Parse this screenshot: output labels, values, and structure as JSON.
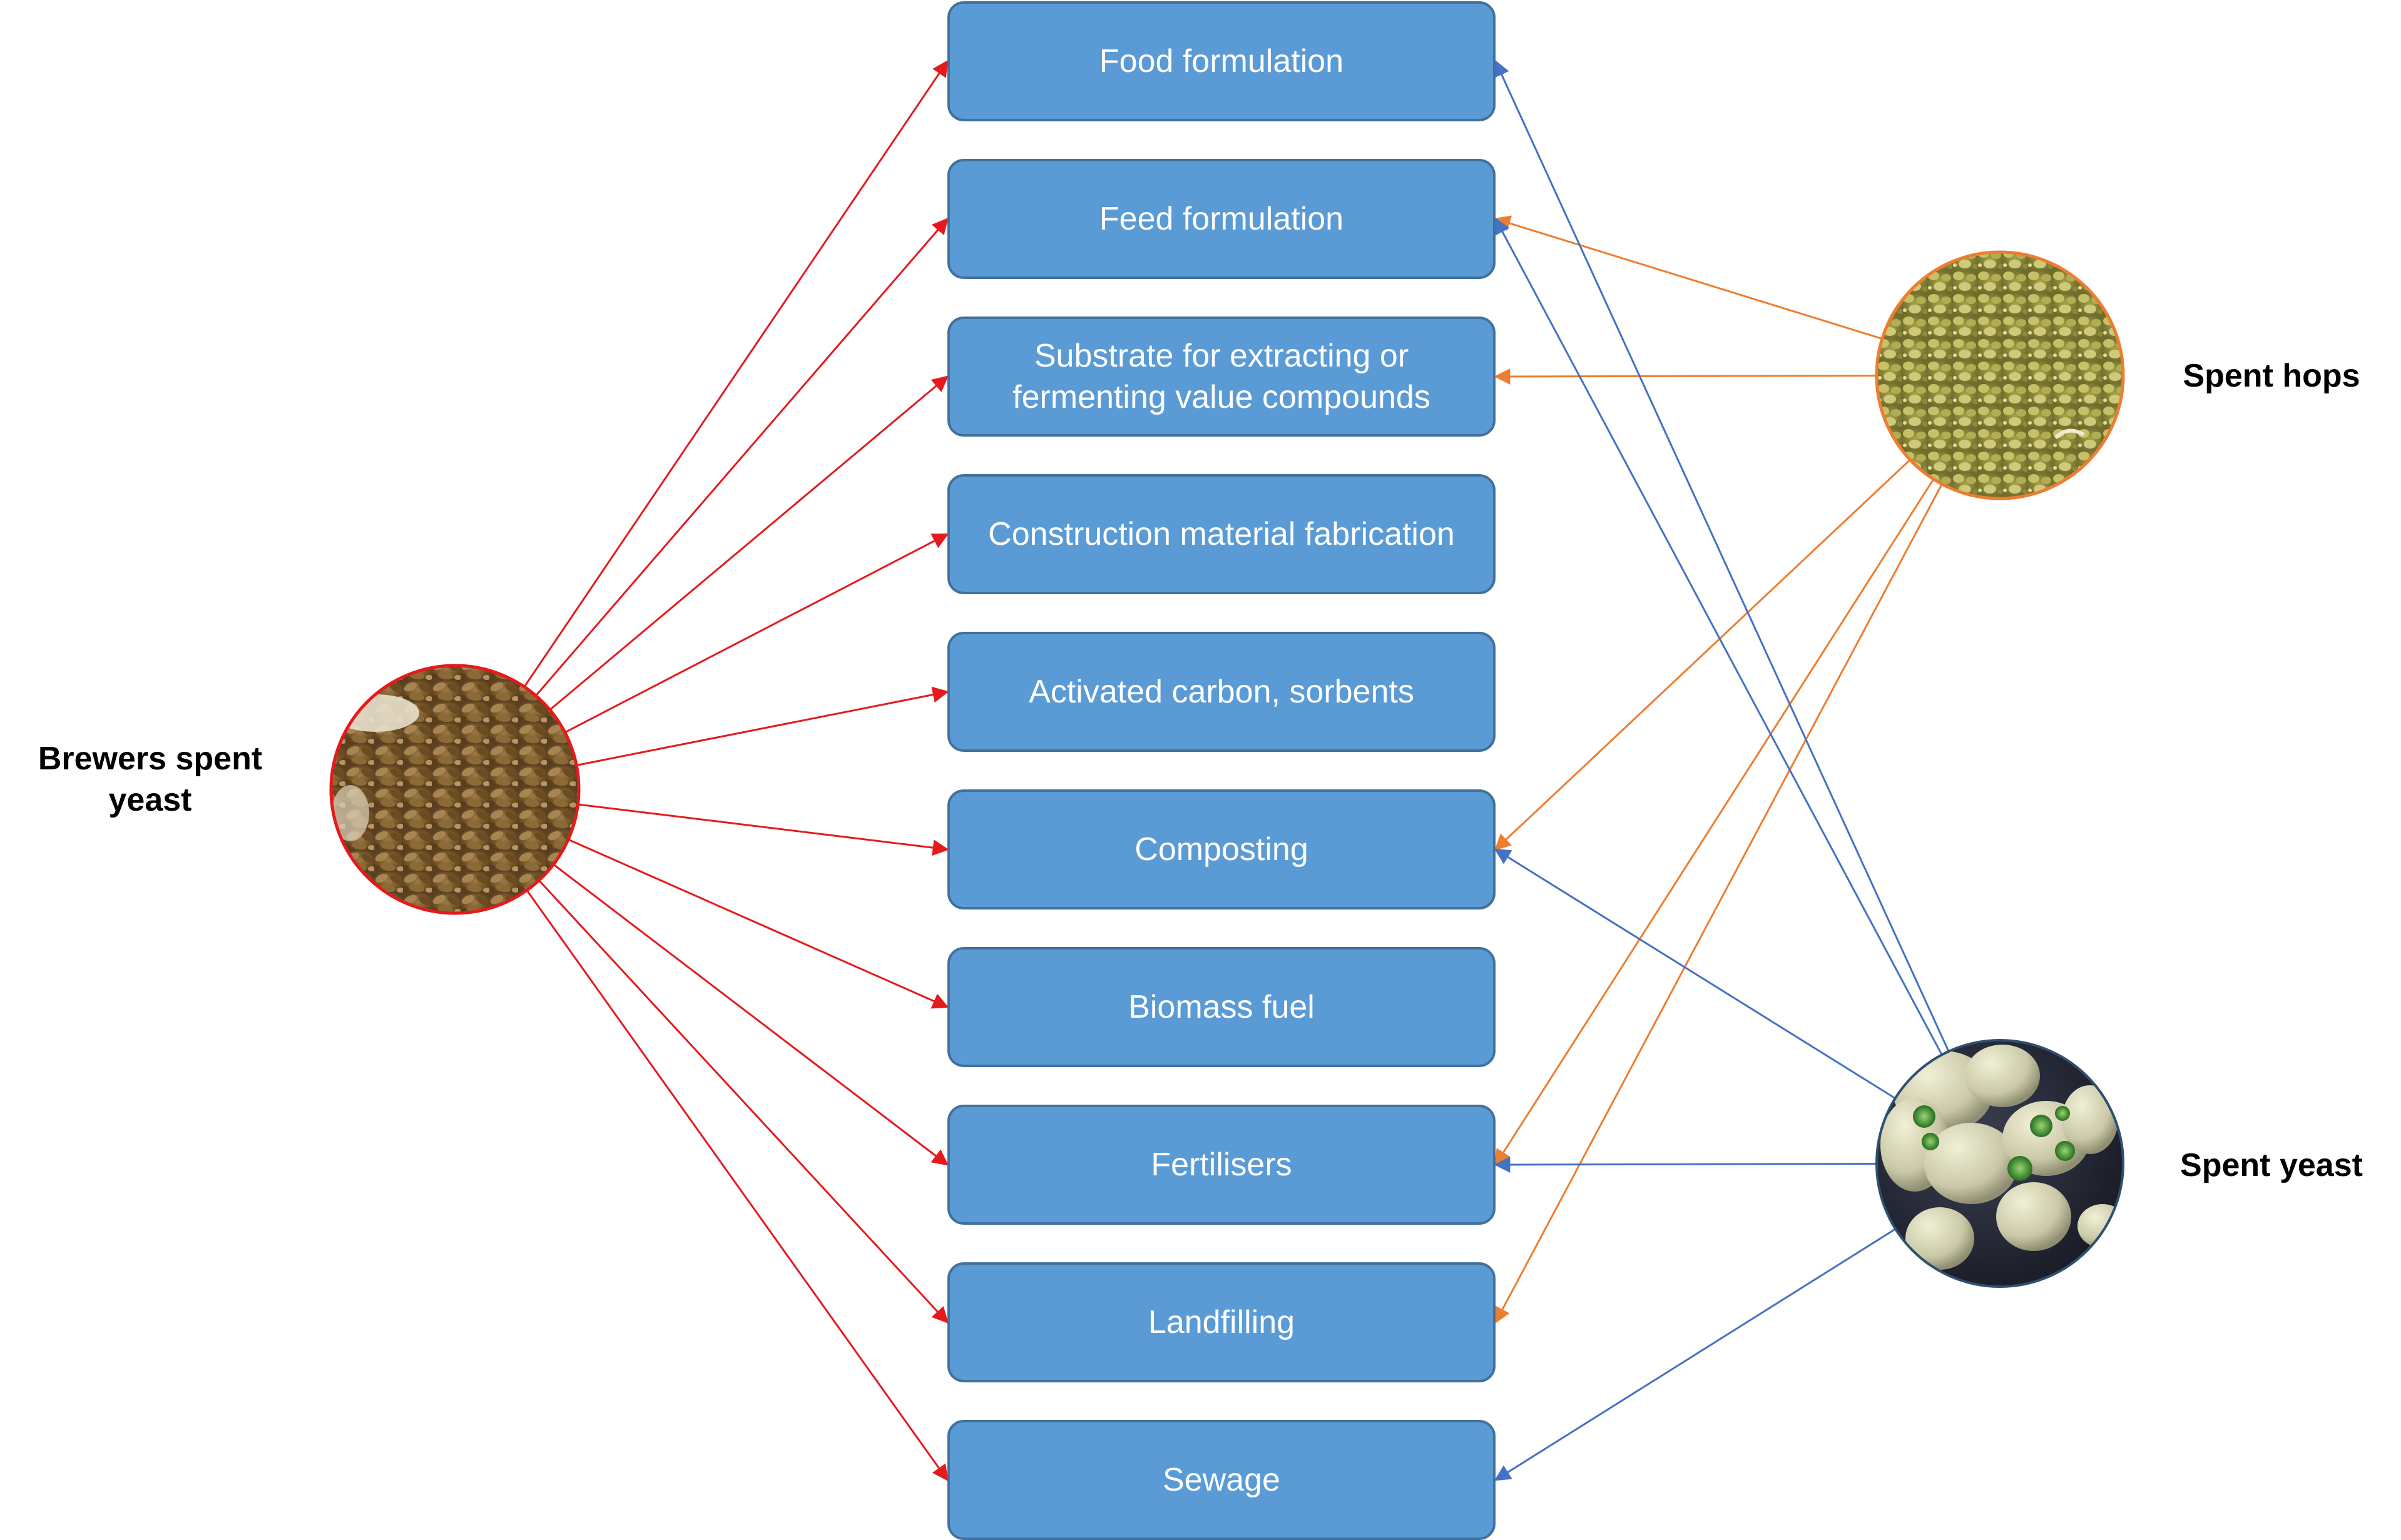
{
  "sources": {
    "brewers": {
      "label": "Brewers spent yeast",
      "border_color": "#e41a1c"
    },
    "hops": {
      "label": "Spent hops",
      "border_color": "#ed7d31"
    },
    "yeast": {
      "label": "Spent yeast",
      "border_color": "#2f4f6f"
    }
  },
  "destinations": [
    {
      "id": "food",
      "label": "Food formulation"
    },
    {
      "id": "feed",
      "label": "Feed formulation"
    },
    {
      "id": "substrate",
      "label": "Substrate for extracting or fermenting value compounds"
    },
    {
      "id": "construction",
      "label": "Construction material fabrication"
    },
    {
      "id": "carbon",
      "label": "Activated carbon, sorbents"
    },
    {
      "id": "composting",
      "label": "Composting"
    },
    {
      "id": "biomass",
      "label": "Biomass fuel"
    },
    {
      "id": "fertilisers",
      "label": "Fertilisers"
    },
    {
      "id": "landfilling",
      "label": "Landfilling"
    },
    {
      "id": "sewage",
      "label": "Sewage"
    }
  ],
  "links": {
    "brewers": [
      "food",
      "feed",
      "substrate",
      "construction",
      "carbon",
      "composting",
      "biomass",
      "fertilisers",
      "landfilling",
      "sewage"
    ],
    "hops": [
      "feed",
      "substrate",
      "composting",
      "fertilisers",
      "landfilling"
    ],
    "yeast": [
      "food",
      "feed",
      "composting",
      "fertilisers",
      "sewage"
    ]
  },
  "colors": {
    "box_fill": "#5b9bd5",
    "box_border": "#41719c",
    "box_text": "#ffffff",
    "arrow_brewers": "#e41a1c",
    "arrow_hops": "#ed7d31",
    "arrow_yeast": "#4472c4"
  }
}
